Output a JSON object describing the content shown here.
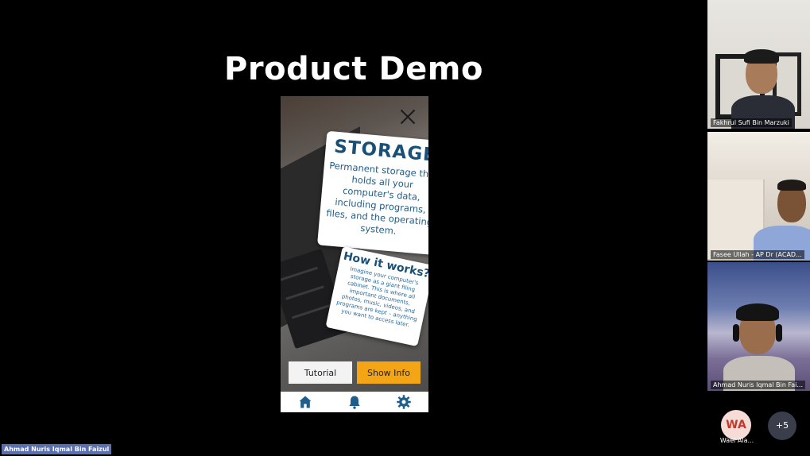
{
  "slide": {
    "title": "Product Demo"
  },
  "app": {
    "card_storage": {
      "heading": "STORAGE",
      "body": "Permanent storage that holds all your computer's data, including programs, files, and the operating system."
    },
    "card_how": {
      "heading": "How it works?",
      "body": "Imagine your computer's storage as a giant filing cabinet. This is where all important documents, photos, music, videos, and programs are kept – anything you want to access later."
    },
    "buttons": {
      "tutorial": "Tutorial",
      "show_info": "Show Info"
    },
    "nav": {
      "home_icon": "home-icon",
      "bell_icon": "bell-icon",
      "gear_icon": "gear-icon"
    },
    "accent_color": "#f4a516",
    "text_color": "#1f5d8a"
  },
  "participants": [
    {
      "name": "Fakhrul Sufi Bin Marzuki"
    },
    {
      "name": "Fasee Ullah - AP Dr (ACAD..."
    },
    {
      "name": "Ahmad Nuris Iqmal Bin Fai..."
    }
  ],
  "overflow_participant": {
    "initials": "WA",
    "name": "Wael Ala..."
  },
  "more_count": "+5",
  "presenter": {
    "name": "Ahmad Nuris Iqmal Bin Faizul"
  }
}
